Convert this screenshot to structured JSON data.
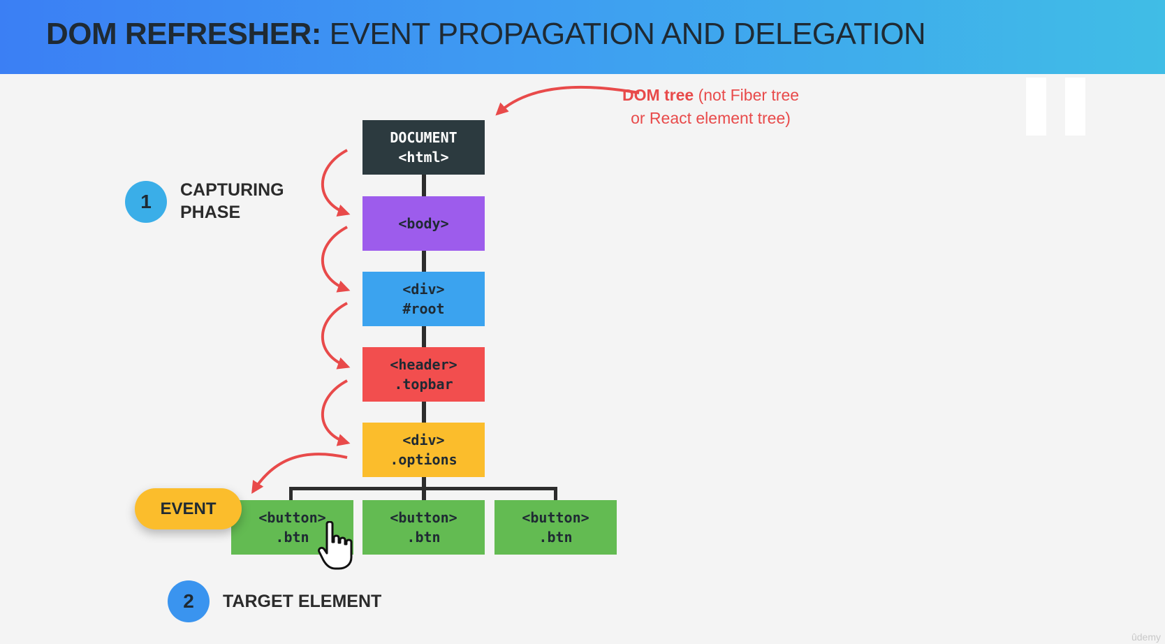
{
  "header": {
    "title_bold": "DOM REFRESHER:",
    "title_rest": " EVENT PROPAGATION AND DELEGATION"
  },
  "annotation": {
    "strong": "DOM tree",
    "rest": " (not Fiber tree or React element tree)"
  },
  "nodes": {
    "document": {
      "line1": "DOCUMENT",
      "line2": "<html>"
    },
    "body": {
      "line1": "<body>"
    },
    "root": {
      "line1": "<div>",
      "line2": "#root"
    },
    "header": {
      "line1": "<header>",
      "line2": ".topbar"
    },
    "options": {
      "line1": "<div>",
      "line2": ".options"
    },
    "buttons": [
      {
        "line1": "<button>",
        "line2": ".btn"
      },
      {
        "line1": "<button>",
        "line2": ".btn"
      },
      {
        "line1": "<button>",
        "line2": ".btn"
      }
    ]
  },
  "phases": [
    {
      "number": "1",
      "label": "CAPTURING PHASE"
    },
    {
      "number": "2",
      "label": "TARGET ELEMENT"
    }
  ],
  "event_label": "EVENT",
  "watermark": "ûdemy",
  "colors": {
    "document": "#2c3a3f",
    "body": "#9d5cec",
    "root": "#3ba3ef",
    "header": "#f24e4e",
    "options": "#fbbd2c",
    "button": "#63bb52",
    "arrow": "#e84a4a",
    "event": "#fbbd2c"
  },
  "icons": [
    "pointing-hand-cursor-icon",
    "pause-icon"
  ]
}
